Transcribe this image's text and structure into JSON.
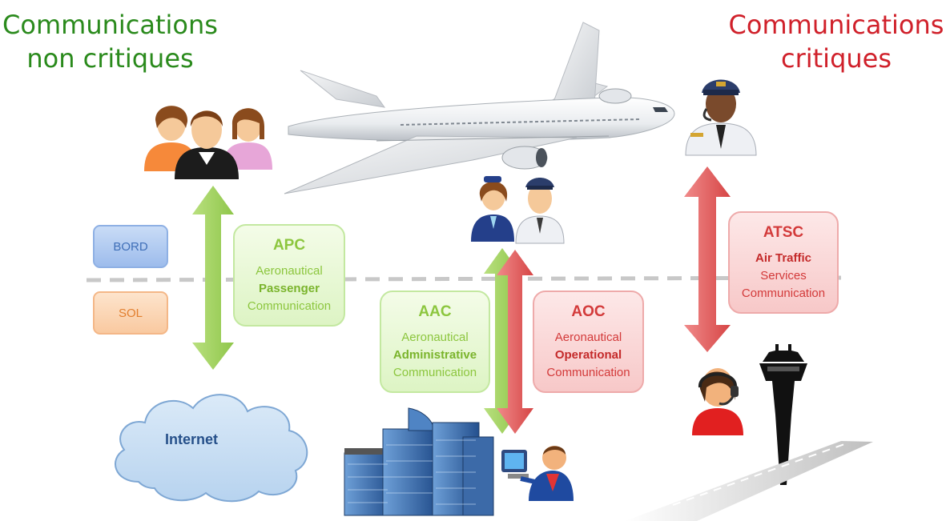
{
  "headings": {
    "left": {
      "line1": "Communications",
      "line2": "non critiques",
      "color": "#2a8a1c"
    },
    "right": {
      "line1": "Communications",
      "line2": "critiques",
      "color": "#d0202a"
    }
  },
  "domains": {
    "onboard": "BORD",
    "ground": "SOL"
  },
  "boxes": {
    "apc": {
      "acronym": "APC",
      "line1": "Aeronautical",
      "line2": "Passenger",
      "line3": "Communication"
    },
    "aac": {
      "acronym": "AAC",
      "line1": "Aeronautical",
      "line2": "Administrative",
      "line3": "Communication"
    },
    "aoc": {
      "acronym": "AOC",
      "line1": "Aeronautical",
      "line2": "Operational",
      "line3": "Communication"
    },
    "atsc": {
      "acronym": "ATSC",
      "line1": "Air Traffic",
      "line2": "Services",
      "line3": "Communication"
    }
  },
  "internet": "Internet",
  "colors": {
    "green_arrow": "#9fd25a",
    "red_arrow": "#e06060",
    "divider": "#c8c8c8"
  }
}
